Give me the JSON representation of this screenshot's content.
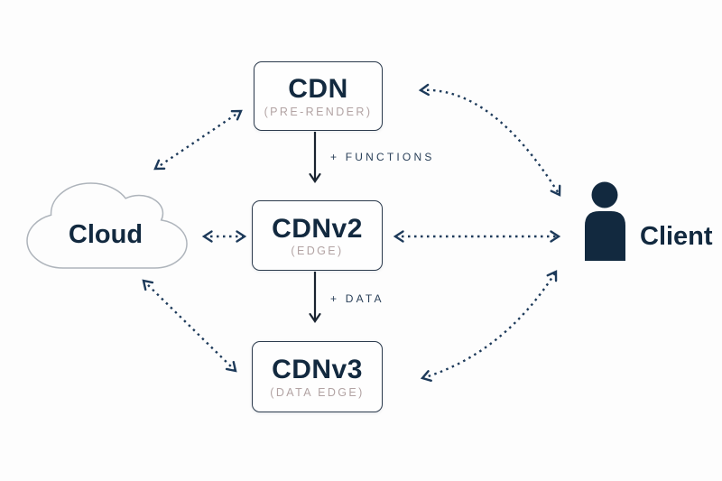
{
  "diagram": {
    "background_color": "#fdfdfd",
    "accent_navy": "#12293f",
    "arrow_navy": "#1d3a5a",
    "muted_subtitle_color": "#b2a3a3",
    "nodes": {
      "cloud": {
        "label": "Cloud",
        "shape": "cloud-outline"
      },
      "cdn": {
        "title": "CDN",
        "subtitle": "(PRE-RENDER)"
      },
      "cdnv2": {
        "title": "CDNv2",
        "subtitle": "(EDGE)"
      },
      "cdnv3": {
        "title": "CDNv3",
        "subtitle": "(DATA EDGE)"
      },
      "client": {
        "label": "Client",
        "icon": "person-icon"
      }
    },
    "edges": [
      {
        "from": "CDN",
        "to": "CDNv2",
        "label": "+ FUNCTIONS",
        "style": "solid-arrow-down"
      },
      {
        "from": "CDNv2",
        "to": "CDNv3",
        "label": "+ DATA",
        "style": "solid-arrow-down"
      },
      {
        "from": "Cloud",
        "to": "CDN",
        "label": "",
        "style": "dotted-bidirectional"
      },
      {
        "from": "Cloud",
        "to": "CDNv2",
        "label": "",
        "style": "dotted-bidirectional"
      },
      {
        "from": "Cloud",
        "to": "CDNv3",
        "label": "",
        "style": "dotted-bidirectional"
      },
      {
        "from": "CDN",
        "to": "Client",
        "label": "",
        "style": "dotted-bidirectional-curved"
      },
      {
        "from": "CDNv2",
        "to": "Client",
        "label": "",
        "style": "dotted-bidirectional"
      },
      {
        "from": "CDNv3",
        "to": "Client",
        "label": "",
        "style": "dotted-bidirectional-curved"
      }
    ]
  }
}
